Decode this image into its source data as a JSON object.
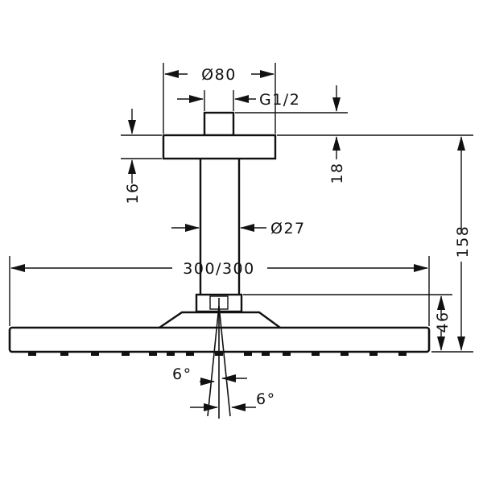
{
  "drawing": {
    "dimensions": {
      "flange_diameter": "Ø80",
      "thread": "G1/2",
      "pipe_diameter": "Ø27",
      "head_width": "300/300",
      "flange_height": "18",
      "gap_height": "16",
      "total_height": "158",
      "head_height": "46",
      "angle_left": "6°",
      "angle_right": "6°"
    }
  }
}
